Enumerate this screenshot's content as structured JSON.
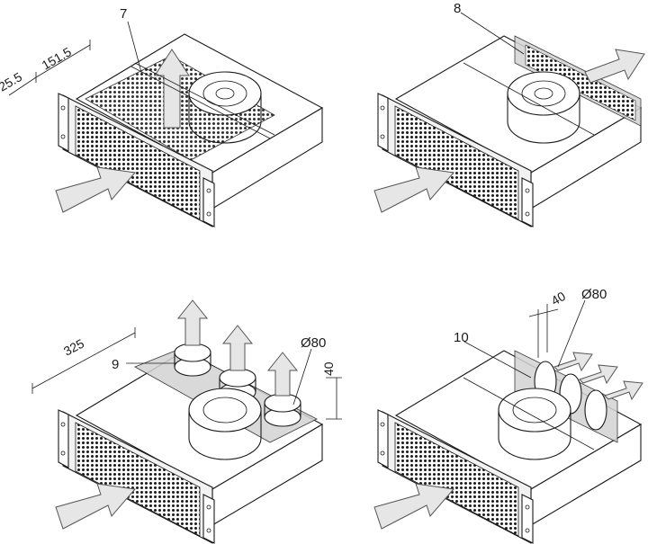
{
  "labels": {
    "panel1": {
      "callout": "7",
      "dim_a": "151.5",
      "dim_b": "25.5"
    },
    "panel2": {
      "callout": "8"
    },
    "panel3": {
      "callout": "9",
      "dim_len": "325",
      "dim_dia": "Ø80",
      "dim_h": "40"
    },
    "panel4": {
      "callout": "10",
      "dim_w": "40",
      "dim_dia": "Ø80"
    }
  },
  "colors": {
    "line": "#1a1a1a",
    "arrow_fill": "#e6e6e6",
    "shade": "#d3d3d3",
    "mesh": "#1a1a1a"
  }
}
